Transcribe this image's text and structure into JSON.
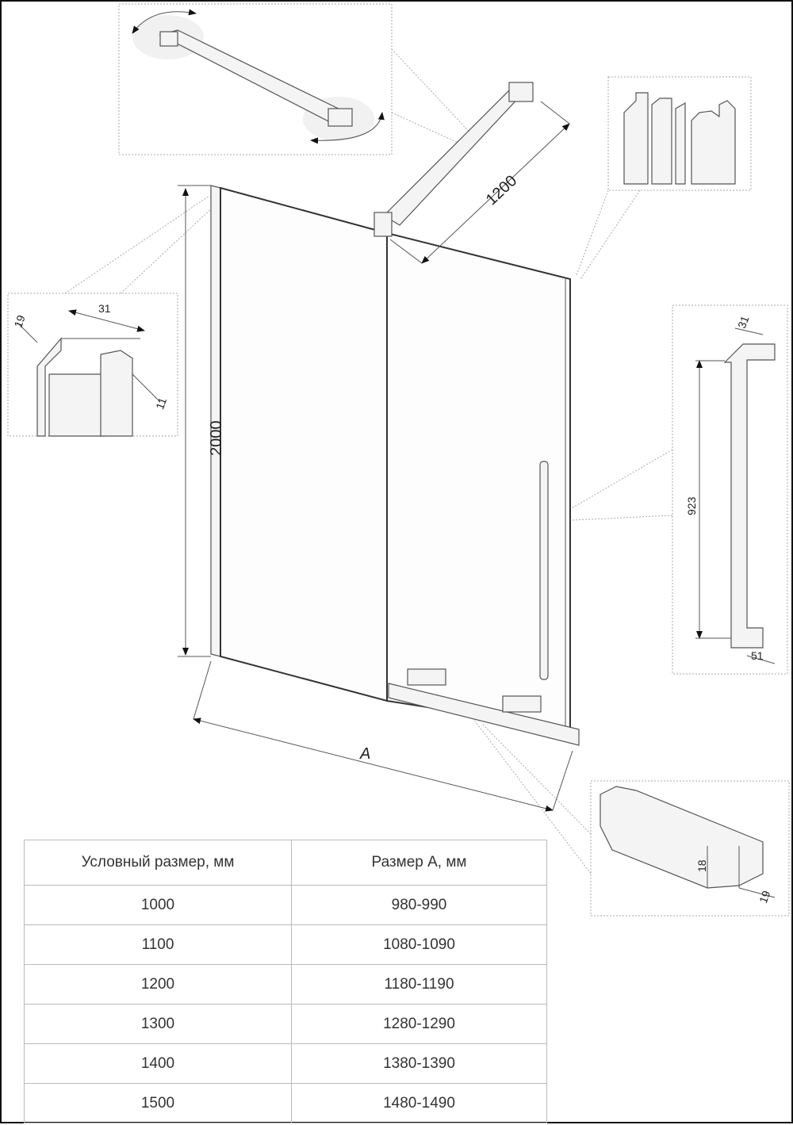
{
  "dimensions": {
    "rail_length": "1200",
    "height": "2000",
    "width": "A",
    "left_profile_depth": "19",
    "left_profile_width": "31",
    "left_profile_gap": "11",
    "handle_top_depth": "31",
    "handle_length": "923",
    "handle_bottom_depth": "51",
    "threshold_height": "18",
    "threshold_depth": "19"
  },
  "table": {
    "headers": [
      "Условный размер, мм",
      "Размер А, мм"
    ],
    "rows": [
      [
        "1000",
        "980-990"
      ],
      [
        "1100",
        "1080-1090"
      ],
      [
        "1200",
        "1180-1190"
      ],
      [
        "1300",
        "1280-1290"
      ],
      [
        "1400",
        "1380-1390"
      ],
      [
        "1500",
        "1480-1490"
      ]
    ]
  }
}
